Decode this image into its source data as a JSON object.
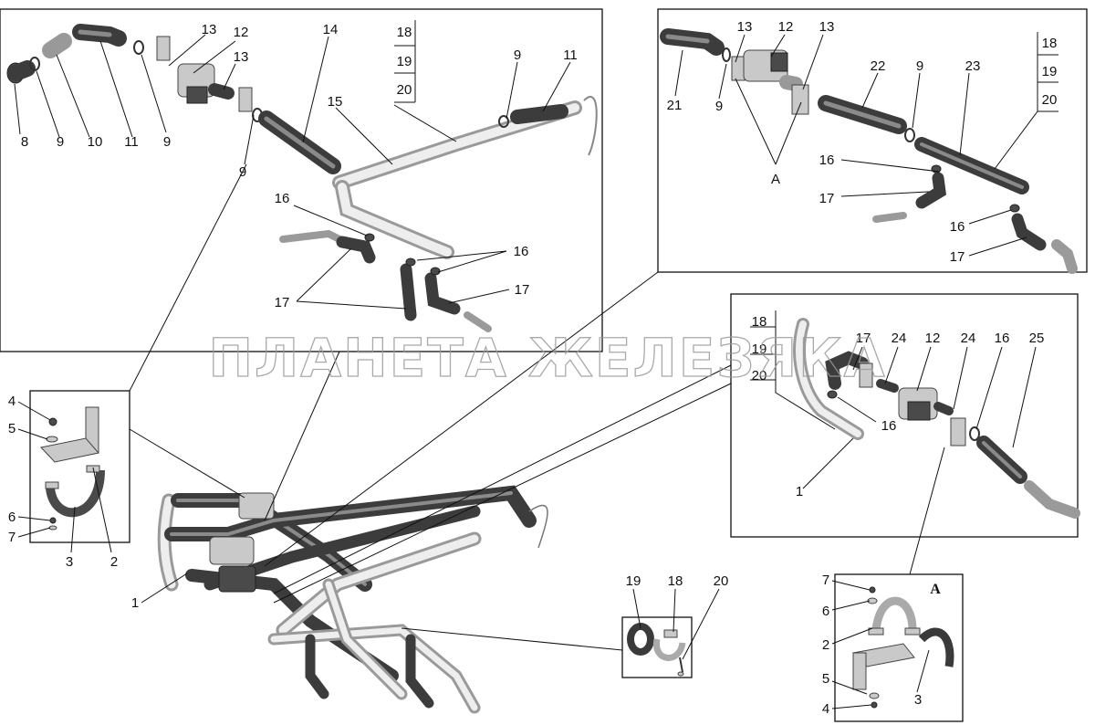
{
  "watermark": "ПЛАНЕТА ЖЕЛЕЗЯКА",
  "view_a_title": "A",
  "tl": {
    "labels": {
      "n8": "8",
      "n9a": "9",
      "n10": "10",
      "n11a": "11",
      "n9b": "9",
      "n13a": "13",
      "n12": "12",
      "n13b": "13",
      "n14": "14",
      "n15": "15",
      "n9c": "9",
      "n9d": "9",
      "n11b": "11",
      "n16a": "16",
      "n16b": "16",
      "n17a": "17",
      "n17b": "17",
      "t18": "18",
      "t19": "19",
      "t20": "20"
    }
  },
  "tr": {
    "labels": {
      "n21": "21",
      "n9a": "9",
      "n13a": "13",
      "n12": "12",
      "n13b": "13",
      "nA": "A",
      "n22": "22",
      "n9b": "9",
      "n23": "23",
      "n16a": "16",
      "n17a": "17",
      "n16b": "16",
      "n17b": "17",
      "t18": "18",
      "t19": "19",
      "t20": "20"
    }
  },
  "mr": {
    "labels": {
      "t18": "18",
      "t19": "19",
      "t20": "20",
      "n17": "17",
      "n24a": "24",
      "n12": "12",
      "n24b": "24",
      "n16a": "16",
      "n25": "25",
      "n16b": "16",
      "n1": "1"
    }
  },
  "bl": {
    "labels": {
      "n4": "4",
      "n5": "5",
      "n6": "6",
      "n7": "7",
      "n3": "3",
      "n2": "2"
    }
  },
  "main": {
    "labels": {
      "n1": "1"
    }
  },
  "bc": {
    "labels": {
      "n19": "19",
      "n18": "18",
      "n20": "20"
    }
  },
  "br": {
    "labels": {
      "n7": "7",
      "n6": "6",
      "n2": "2",
      "n5": "5",
      "n4": "4",
      "n3": "3"
    }
  }
}
